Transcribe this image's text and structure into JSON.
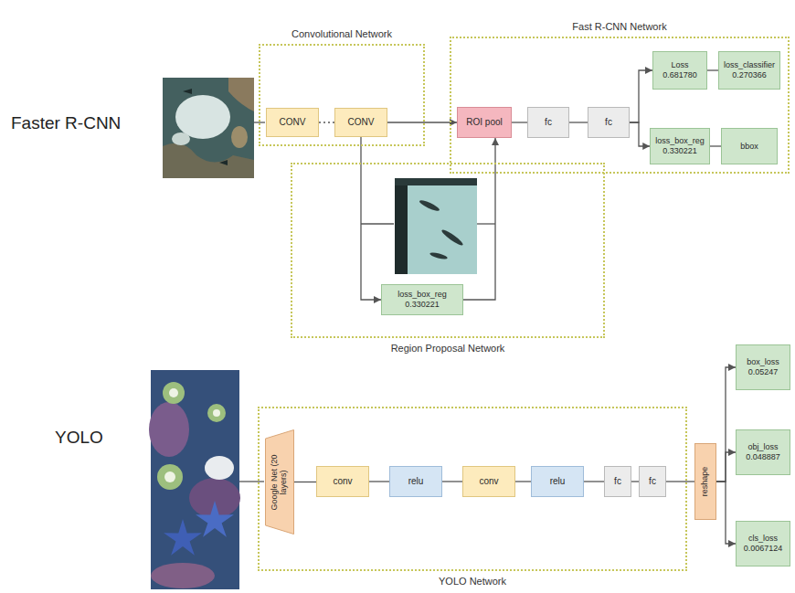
{
  "diagram": {
    "nodes": [
      {
        "text": [
          "Convolutional Network"
        ]
      },
      {
        "text": [
          "CONV"
        ],
        "in": 0
      },
      {
        "text": [
          "CONV"
        ],
        "in": 0
      },
      {
        "text": [
          "Fast R-CNN Network"
        ]
      },
      {
        "text": [
          "ROI pool"
        ],
        "in": 3
      },
      {
        "text": [
          "fc"
        ],
        "in": 3
      },
      {
        "text": [
          "fc"
        ],
        "in": 3
      },
      {
        "text": [
          "Loss",
          "0.681780"
        ],
        "in": 3
      },
      {
        "text": [
          "loss_classifier",
          "0.270366"
        ],
        "in": 3
      },
      {
        "text": [
          "loss_box_reg",
          "0.330221"
        ],
        "in": 3
      },
      {
        "text": [
          "bbox"
        ],
        "in": 3
      },
      {
        "text": [
          "Region Proposal Network"
        ]
      },
      {
        "text": [
          "loss_box_reg",
          "0.330221"
        ],
        "in": 11
      },
      {
        "text": [
          "YOLO Network"
        ]
      },
      {
        "text": [
          "Google Net (20 layers)"
        ],
        "in": 13
      },
      {
        "text": [
          "conv"
        ],
        "in": 13
      },
      {
        "text": [
          "relu"
        ],
        "in": 13
      },
      {
        "text": [
          "conv"
        ],
        "in": 13
      },
      {
        "text": [
          "relu"
        ],
        "in": 13
      },
      {
        "text": [
          "fc"
        ],
        "in": 13
      },
      {
        "text": [
          "fc"
        ],
        "in": 13
      },
      {
        "text": [
          "reshape"
        ]
      },
      {
        "text": [
          "box_loss",
          "0.05247"
        ]
      },
      {
        "text": [
          "obj_loss",
          "0.048887"
        ]
      },
      {
        "text": [
          "cls_loss",
          "0.0067124"
        ]
      }
    ],
    "edges": [
      {
        "from": 1,
        "to": 2,
        "arrow": "none"
      },
      {
        "from": 2,
        "to": 4,
        "arrow": "to"
      },
      {
        "from": 2,
        "to": 12,
        "arrow": "to"
      },
      {
        "from": 12,
        "to": 4,
        "arrow": "to"
      },
      {
        "from": 4,
        "to": 5,
        "arrow": "none"
      },
      {
        "from": 5,
        "to": 6,
        "arrow": "none"
      },
      {
        "from": 6,
        "to": 7,
        "arrow": "to"
      },
      {
        "from": 6,
        "to": 9,
        "arrow": "to"
      },
      {
        "from": 7,
        "to": 8,
        "arrow": "none"
      },
      {
        "from": 9,
        "to": 10,
        "arrow": "none"
      },
      {
        "from": 14,
        "to": 15,
        "arrow": "none"
      },
      {
        "from": 15,
        "to": 16,
        "arrow": "none"
      },
      {
        "from": 16,
        "to": 17,
        "arrow": "none"
      },
      {
        "from": 17,
        "to": 18,
        "arrow": "none"
      },
      {
        "from": 18,
        "to": 19,
        "arrow": "none"
      },
      {
        "from": 19,
        "to": 20,
        "arrow": "none"
      },
      {
        "from": 20,
        "to": 21,
        "arrow": "none"
      },
      {
        "from": 21,
        "to": 22,
        "arrow": "to"
      },
      {
        "from": 21,
        "to": 23,
        "arrow": "to"
      },
      {
        "from": 21,
        "to": 24,
        "arrow": "to"
      }
    ],
    "labels": [
      "Faster R-CNN",
      "YOLO"
    ]
  }
}
